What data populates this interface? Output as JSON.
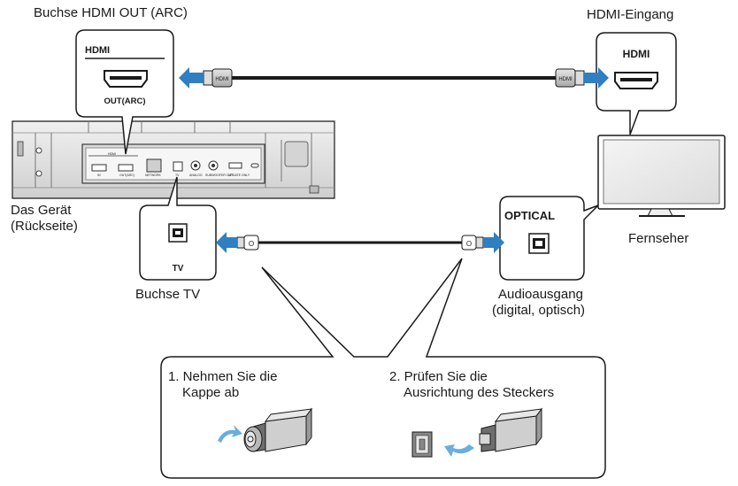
{
  "labels": {
    "hdmi_out_arc_jack": "Buchse HDMI OUT (ARC)",
    "hdmi_input": "HDMI-Eingang",
    "device_line1": "Das Gerät",
    "device_line2": "(Rückseite)",
    "tv": "Fernseher",
    "tv_jack": "Buchse TV",
    "audio_out_line1": "Audioausgang",
    "audio_out_line2": "(digital, optisch)"
  },
  "callouts": {
    "hdmi_out": {
      "header": "HDMI",
      "caption": "OUT(ARC)"
    },
    "hdmi_in": {
      "header": "HDMI"
    },
    "tv_jack": {
      "caption": "TV"
    },
    "optical": {
      "header": "OPTICAL"
    }
  },
  "cable_plug_text": "HDMI",
  "optical_plug_text": "O",
  "panel_labels": [
    "HDMI",
    "IN",
    "OUT(ARC)",
    "NETWORK",
    "TV",
    "ANALOG",
    "SUBWOOFER OUT",
    "UPDATE ONLY"
  ],
  "steps": [
    {
      "line1": "1. Nehmen Sie die",
      "line2": "Kappe ab"
    },
    {
      "line1": "2. Prüfen Sie die",
      "line2": "Ausrichtung des Steckers"
    }
  ],
  "colors": {
    "arrow": "#2f7fc1",
    "outline": "#1a1a1a",
    "device_body": "#e4e4e4",
    "device_panel": "#d6d6d6"
  }
}
